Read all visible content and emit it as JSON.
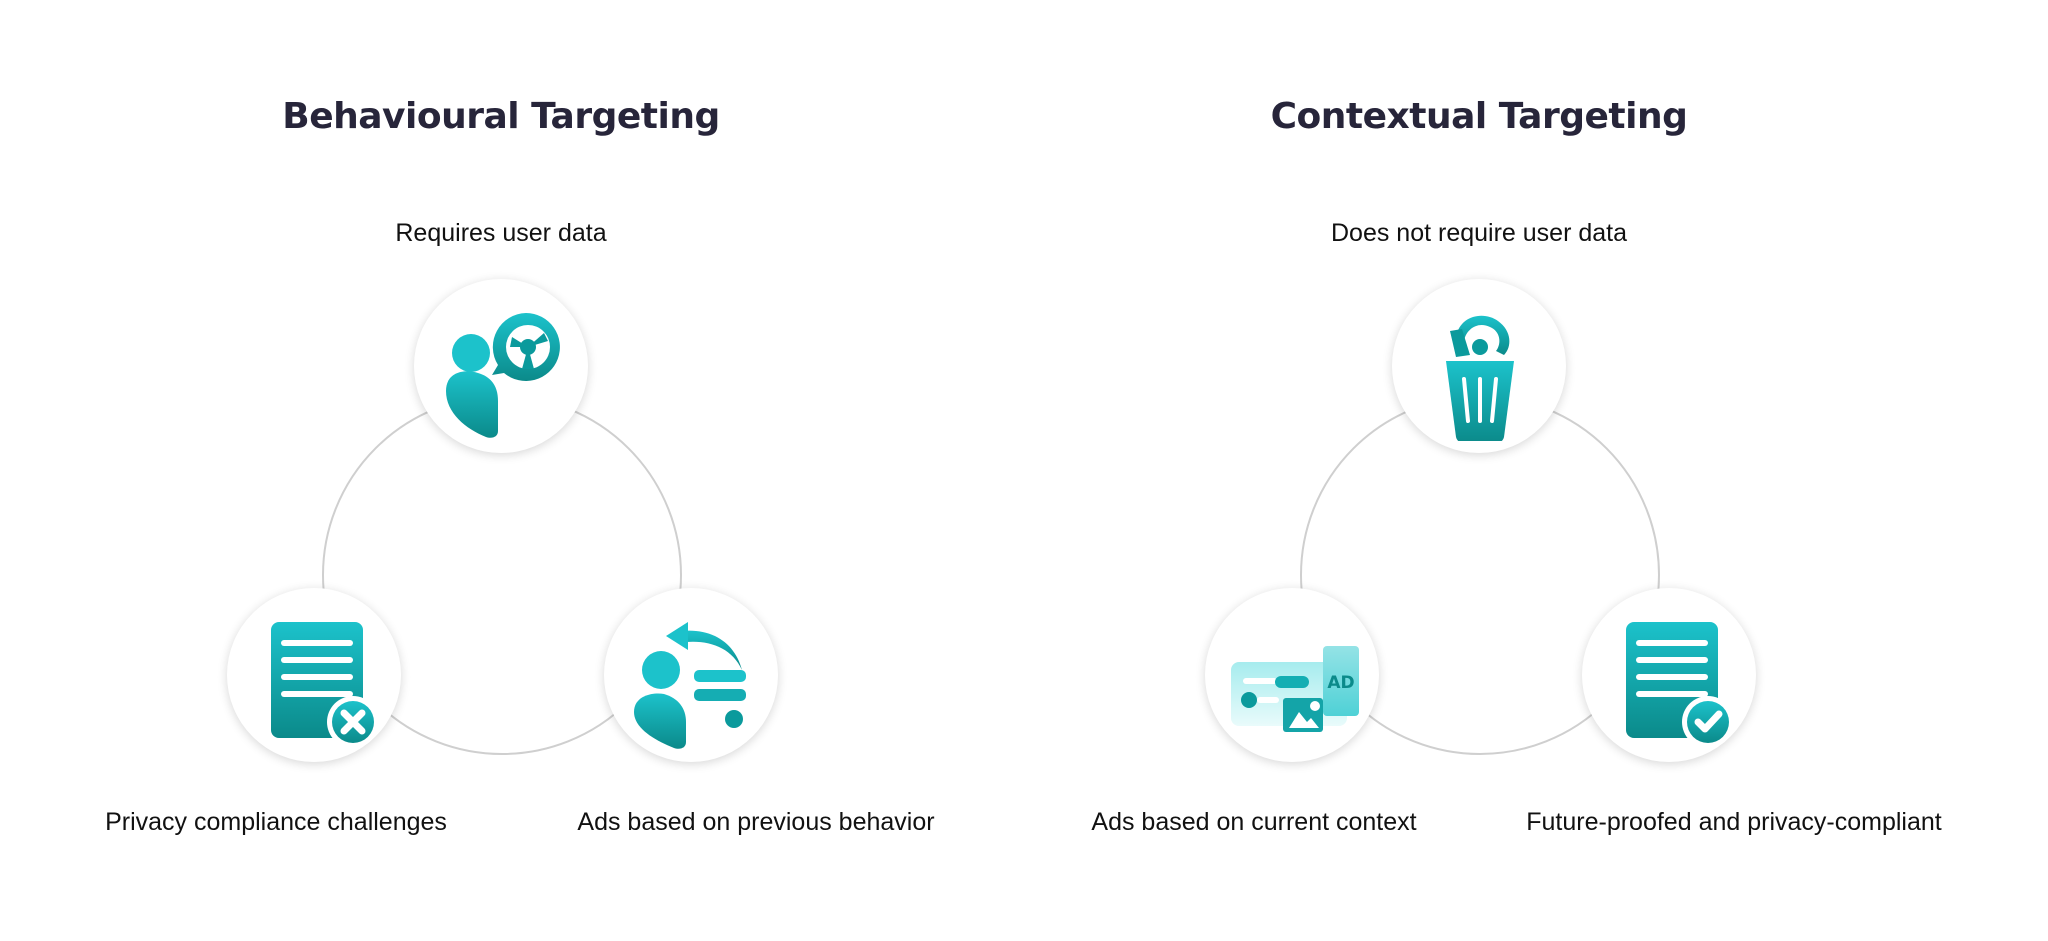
{
  "colors": {
    "teal_light": "#1cc2cb",
    "teal_dark": "#0b8a8a",
    "title": "#27253a",
    "ring": "#cfcfcf"
  },
  "panels": [
    {
      "title": "Behavioural Targeting",
      "top_label": "Requires user data",
      "nodes": [
        {
          "position": "top",
          "icon": "user-with-data-chart-icon"
        },
        {
          "position": "bottom-left",
          "icon": "document-with-x-icon",
          "label": "Privacy compliance challenges"
        },
        {
          "position": "bottom-right",
          "icon": "user-history-arrow-icon",
          "label": "Ads based on previous behavior"
        }
      ]
    },
    {
      "title": "Contextual Targeting",
      "top_label": "Does not require user data",
      "nodes": [
        {
          "position": "top",
          "icon": "trash-with-data-chart-icon"
        },
        {
          "position": "bottom-left",
          "icon": "ad-banner-icon",
          "label": "Ads based on current context",
          "ad_text": "AD"
        },
        {
          "position": "bottom-right",
          "icon": "document-with-check-icon",
          "label": "Future-proofed and privacy-compliant"
        }
      ]
    }
  ]
}
